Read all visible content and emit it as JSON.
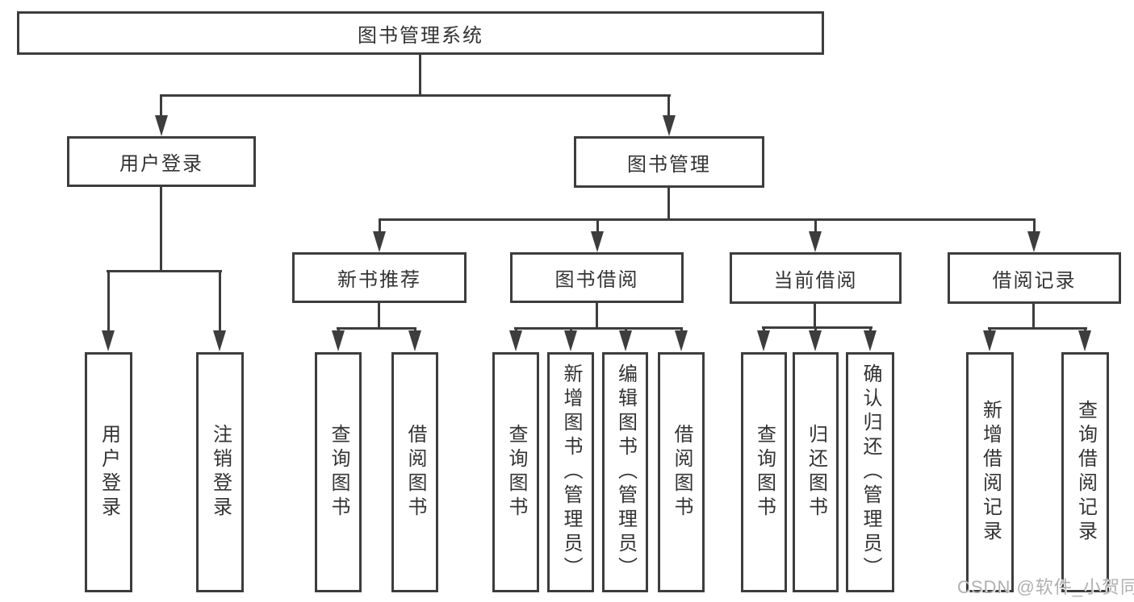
{
  "tree": {
    "root": {
      "label": "图书管理系统"
    },
    "branches": [
      {
        "label": "用户登录",
        "children": [
          {
            "label": "用户登录"
          },
          {
            "label": "注销登录"
          }
        ]
      },
      {
        "label": "图书管理",
        "sections": [
          {
            "label": "新书推荐",
            "children": [
              {
                "label": "查询图书"
              },
              {
                "label": "借阅图书"
              }
            ]
          },
          {
            "label": "图书借阅",
            "children": [
              {
                "label": "查询图书"
              },
              {
                "label": "新增图书（管理员）"
              },
              {
                "label": "编辑图书（管理员）"
              },
              {
                "label": "借阅图书"
              }
            ]
          },
          {
            "label": "当前借阅",
            "children": [
              {
                "label": "查询图书"
              },
              {
                "label": "归还图书"
              },
              {
                "label": "确认归还（管理员）"
              }
            ]
          },
          {
            "label": "借阅记录",
            "children": [
              {
                "label": "新增借阅记录"
              },
              {
                "label": "查询借阅记录"
              }
            ]
          }
        ]
      }
    ]
  },
  "watermark": {
    "text": "CSDN @软件_小贺同学"
  },
  "colors": {
    "line": "#3d3d3d",
    "text": "#333333",
    "watermark": "#b0b0b0",
    "background": "#ffffff"
  }
}
